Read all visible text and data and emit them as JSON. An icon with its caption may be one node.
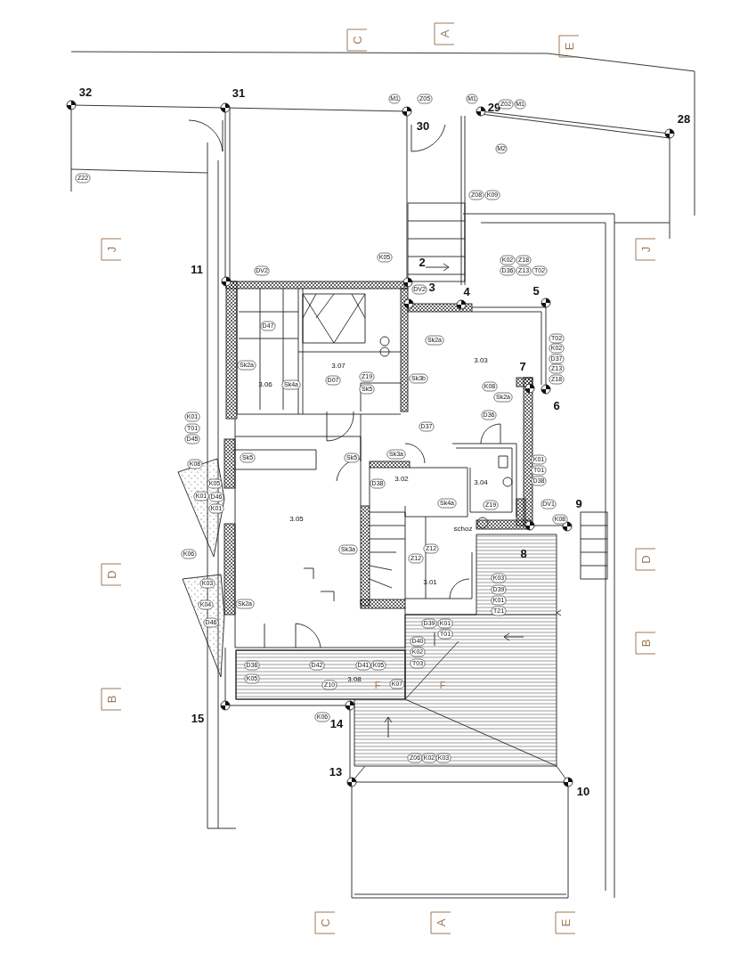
{
  "diagram": {
    "labels": [
      "C",
      "A",
      "E",
      "32",
      "31",
      "M1",
      "Z05",
      "M1",
      "29",
      "Z02",
      "M1",
      "28",
      "30",
      "M2",
      "Z22",
      "Z08",
      "K09",
      "J",
      "J",
      "K05",
      "2",
      "K02",
      "Z18",
      "11",
      "DV2",
      "D36",
      "Z13",
      "T02",
      "DV2",
      "3",
      "4",
      "5",
      "D47",
      "Sk2a",
      "T02",
      "K02",
      "Sk2a",
      "3.07",
      "3.03",
      "7",
      "D37",
      "Z13",
      "3.06",
      "Sk4a",
      "D07",
      "Z19",
      "Sk5",
      "Sk3b",
      "K08",
      "Z18",
      "Sk2a",
      "6",
      "K01",
      "D36",
      "T01",
      "D37",
      "D45",
      "K08",
      "Sk5",
      "Sk5",
      "Sk3a",
      "K01",
      "T01",
      "K05",
      "D38",
      "3.02",
      "3.04",
      "D38",
      "K01",
      "D46",
      "K01",
      "Sk4a",
      "Z19",
      "DV1",
      "9",
      "3.05",
      "K08",
      "schoz",
      "K06",
      "Sk3a",
      "Z12",
      "Z12",
      "8",
      "D",
      "D",
      "K03",
      "3.01",
      "K03",
      "D39",
      "K04",
      "Sk2a",
      "K01",
      "T21",
      "D46",
      "D39",
      "K01",
      "T01",
      "D40",
      "B",
      "K02",
      "D36",
      "D42",
      "D41",
      "K05",
      "T03",
      "K05",
      "Z10",
      "3.08",
      "F",
      "K07",
      "F",
      "B",
      "15",
      "K06",
      "14",
      "Z06",
      "K02",
      "K03",
      "13",
      "10",
      "C",
      "A",
      "E"
    ]
  }
}
